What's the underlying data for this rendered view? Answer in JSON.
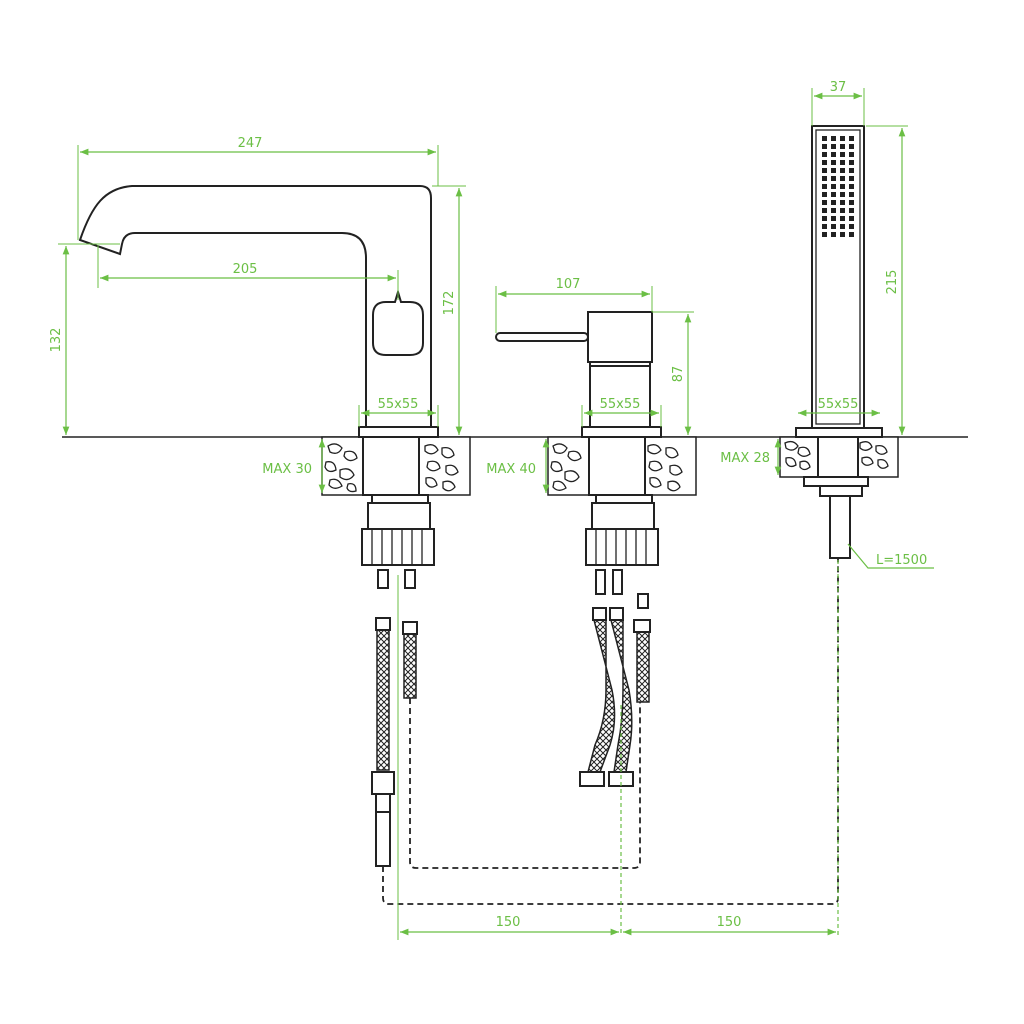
{
  "dimensions": {
    "spout_length": "247",
    "spout_reach": "205",
    "spout_height": "132",
    "spout_total_height": "172",
    "spout_base": "55x55",
    "spout_deck_max": "MAX 30",
    "mixer_width": "107",
    "mixer_height": "87",
    "mixer_base": "55x55",
    "mixer_deck_max": "MAX 40",
    "shower_width": "37",
    "shower_height": "215",
    "shower_base": "55x55",
    "shower_deck_max": "MAX 28",
    "hose_length": "L=1500",
    "spacing_left": "150",
    "spacing_right": "150"
  },
  "colors": {
    "dimension": "#6bbf45",
    "outline": "#222222"
  }
}
